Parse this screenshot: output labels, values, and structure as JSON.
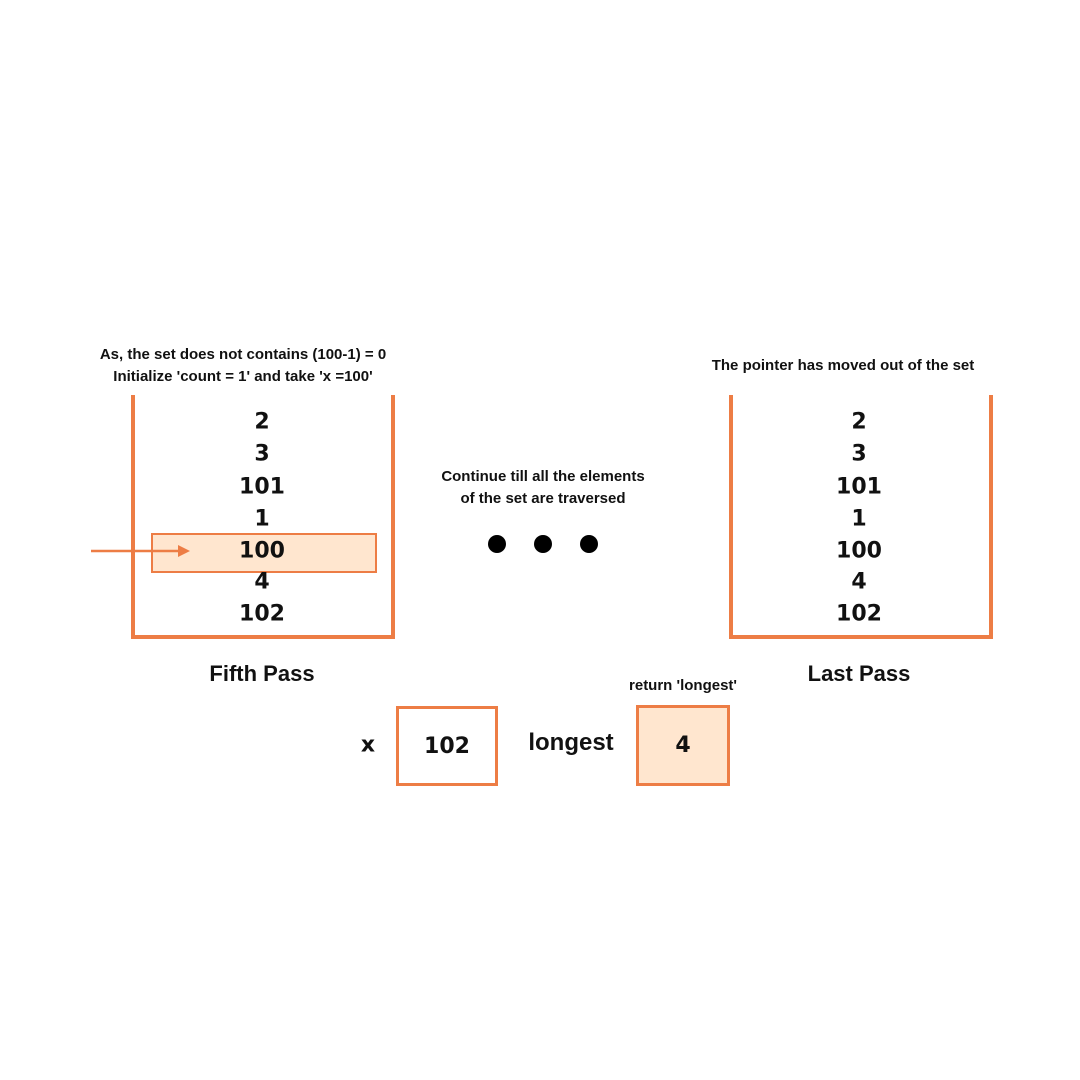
{
  "colors": {
    "accent": "#ED7D45",
    "highlight_fill": "#FFE6CF"
  },
  "fifth_pass": {
    "note_lines": [
      "As, the set does not contains (100-1) = 0",
      "Initialize 'count = 1' and take 'x =100'"
    ],
    "values": [
      "2",
      "3",
      "101",
      "1",
      "100",
      "4",
      "102"
    ],
    "highlighted_index": 4,
    "label": "Fifth Pass"
  },
  "middle": {
    "note_lines": [
      "Continue till all the elements",
      "of the set are traversed"
    ]
  },
  "last_pass": {
    "note": "The pointer has moved out of the set",
    "values": [
      "2",
      "3",
      "101",
      "1",
      "100",
      "4",
      "102"
    ],
    "label": "Last Pass"
  },
  "vars": {
    "x_label": "x",
    "x_value": "102",
    "longest_label": "longest",
    "longest_value": "4",
    "return_note": "return 'longest'"
  }
}
